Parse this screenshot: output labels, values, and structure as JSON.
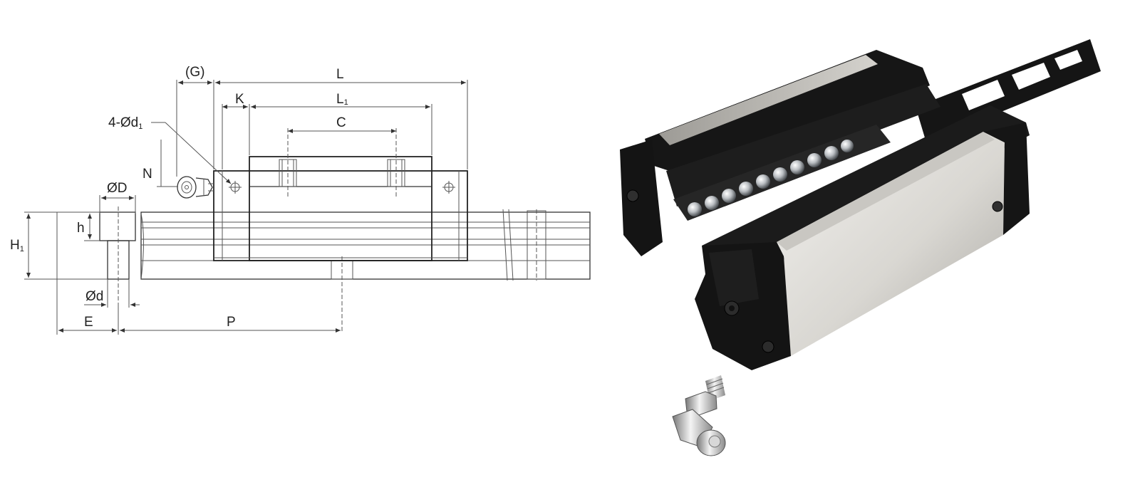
{
  "drawing": {
    "labels": {
      "g": "(G)",
      "l": "L",
      "k": "K",
      "l1_main": "L",
      "l1_sub": "1",
      "c": "C",
      "hole_spec_main": "4-Ød",
      "hole_spec_sub": "1",
      "n": "N",
      "od_big": "ØD",
      "h_small": "h",
      "h1_main": "H",
      "h1_sub": "1",
      "od_small": "Ød",
      "e": "E",
      "p": "P"
    }
  },
  "photo": {
    "colors": {
      "body_black": "#161616",
      "steel_light": "#e4e2dd",
      "steel_dark": "#9c9a95",
      "ball": "#cfd3d6"
    }
  }
}
